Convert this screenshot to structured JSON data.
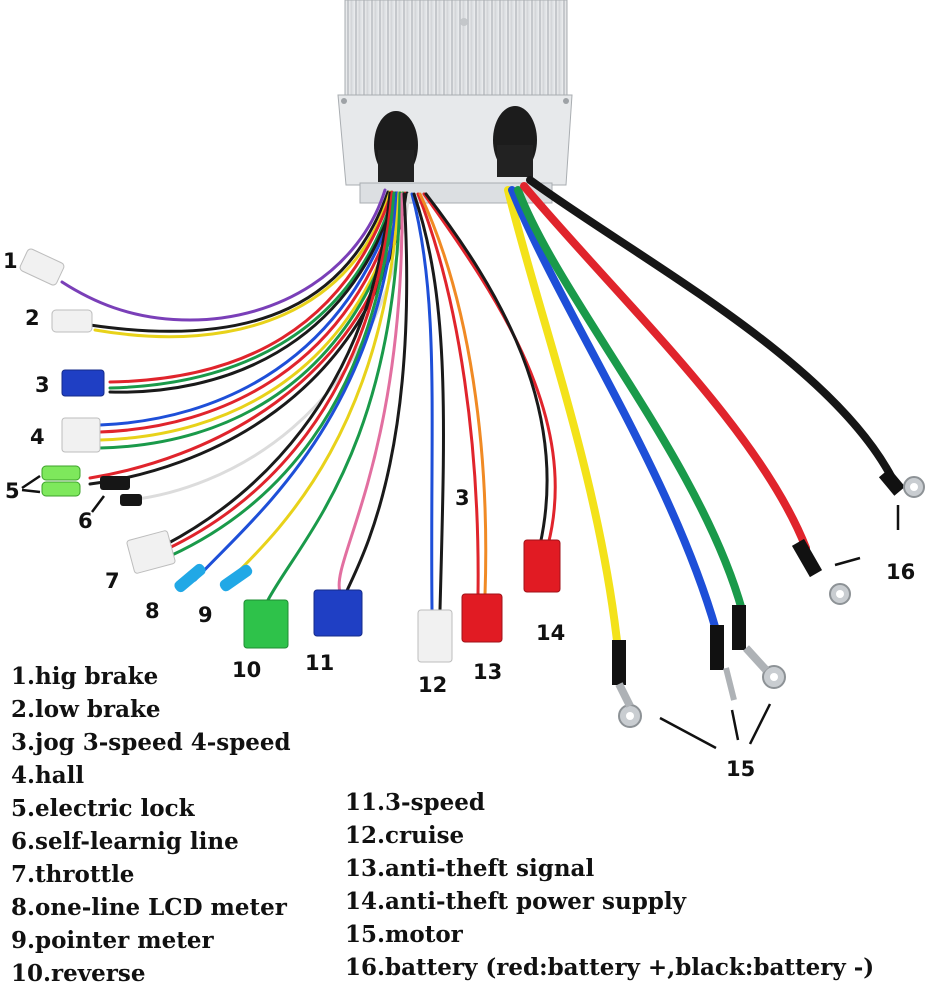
{
  "callouts": {
    "n1": "1",
    "n2": "2",
    "n3": "3",
    "n3b": "3",
    "n4": "4",
    "n5": "5",
    "n6": "6",
    "n7": "7",
    "n8": "8",
    "n9": "9",
    "n10": "10",
    "n11": "11",
    "n12": "12",
    "n13": "13",
    "n14": "14",
    "n15": "15",
    "n16": "16"
  },
  "legend_left": [
    "1.hig brake",
    "2.low brake",
    "3.jog 3-speed 4-speed",
    "4.hall",
    "5.electric lock",
    "6.self-learnig line",
    "7.throttle",
    "8.one-line LCD meter",
    "9.pointer meter",
    "10.reverse"
  ],
  "legend_right": [
    "11.3-speed",
    "12.cruise",
    "13.anti-theft signal",
    "14.anti-theft power supply",
    "15.motor",
    "16.battery (red:battery +,black:battery -)"
  ],
  "colors": {
    "controller_body": "#e4e6e8",
    "wire_red": "#e0242c",
    "wire_black": "#161616",
    "wire_yellow": "#f3e21a",
    "wire_blue": "#1e4fd8",
    "wire_green": "#1a9a4a",
    "wire_purple": "#7a3fb8",
    "wire_orange": "#f08a24",
    "connector_blue": "#1f3fc4",
    "connector_green": "#2ec24a",
    "connector_red": "#e11b23",
    "connector_white": "#f1f1f1",
    "bullet_cyan": "#21a8e6"
  }
}
